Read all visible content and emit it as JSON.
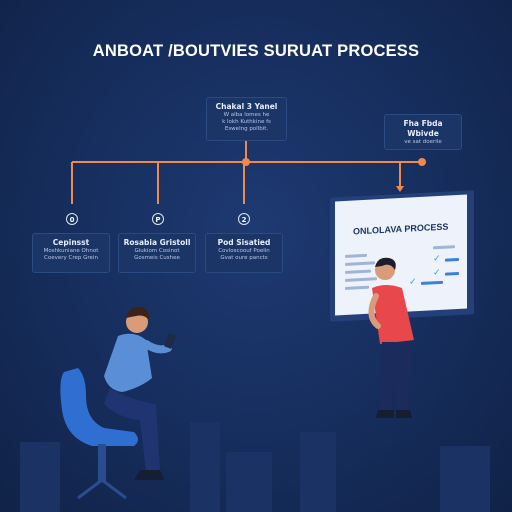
{
  "title": "ANBOAT /BOUTVIES SURUAT PROCESS",
  "top_box": {
    "heading": "Chakal 3 Yanel",
    "lines": [
      "W alba lomes he",
      "k lokh Kuthkine fs",
      "Eswelng pollbit."
    ]
  },
  "right_box": {
    "heading": "Fha Fbda Wbivde",
    "lines": [
      "ve sat doerile"
    ]
  },
  "steps": [
    {
      "number": "0",
      "heading": "Cepinsst",
      "lines": [
        "Moshkuniane Ohnot",
        "Coevery Crep Grein"
      ]
    },
    {
      "number": "P",
      "heading": "Rosabia Gristoll",
      "lines": [
        "Giukiom Cosinot",
        "Gosmeis Cushee"
      ]
    },
    {
      "number": "2",
      "heading": "Pod Sisatied",
      "lines": [
        "Covloscoouf Poelin",
        "Gvat oure pancts"
      ]
    }
  ],
  "screen": {
    "title": "ONLOLAVA PROCESS"
  },
  "colors": {
    "background": "#162d5c",
    "connector": "#f08a4b",
    "box": "#1a3566",
    "screen": "#eef3fb"
  }
}
